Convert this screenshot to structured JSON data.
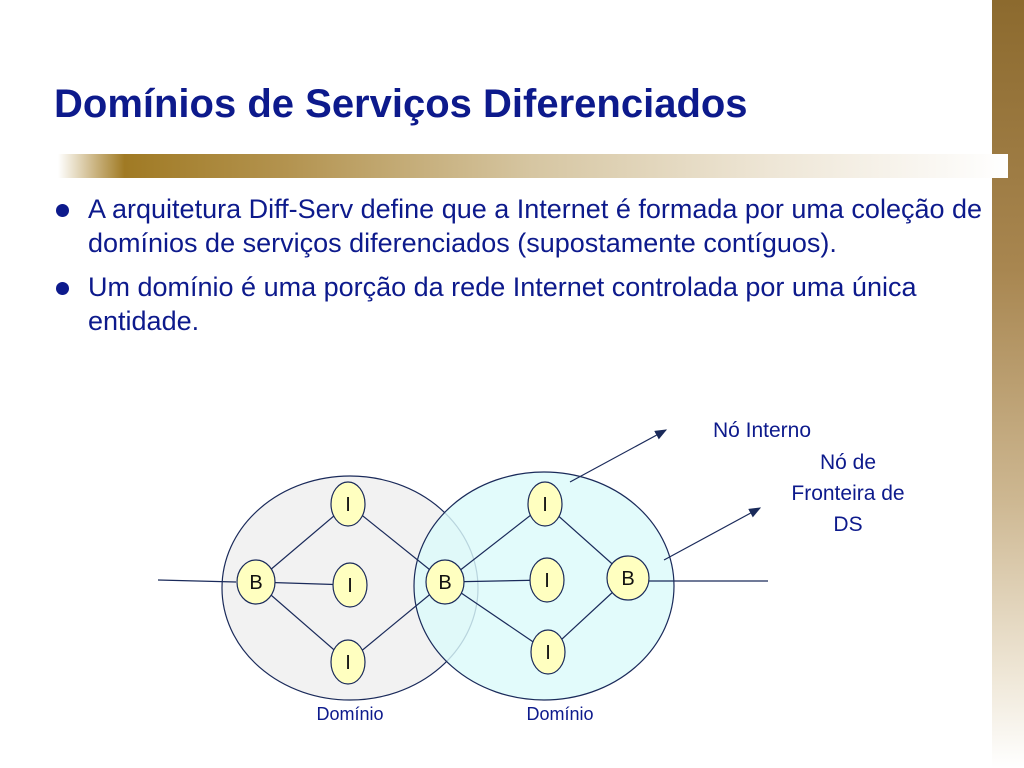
{
  "slide": {
    "title": "Domínios de Serviços Diferenciados",
    "bullets": [
      "A arquitetura Diff-Serv define que a Internet é formada por uma coleção de domínios de serviços diferenciados (supostamente contíguos).",
      "Um domínio é uma porção da rede Internet controlada por uma única entidade."
    ]
  },
  "diagram": {
    "nodes": {
      "d1_top": "I",
      "d1_mid": "I",
      "d1_bot": "I",
      "d1_left": "B",
      "shared_b": "B",
      "d2_top": "I",
      "d2_mid": "I",
      "d2_bot": "I",
      "d2_right": "B"
    },
    "labels": {
      "internal_node": "Nó Interno",
      "boundary_line1": "Nó de",
      "boundary_line2": "Fronteira de",
      "boundary_line3": "DS",
      "domain1": "Domínio",
      "domain2": "Domínio"
    },
    "colors": {
      "title": "#0d1a8c",
      "node_fill": "#ffffc0",
      "domain1_fill": "#f2f2f2",
      "domain2_fill": "#dcfafa",
      "line": "#1a2a5a"
    }
  }
}
